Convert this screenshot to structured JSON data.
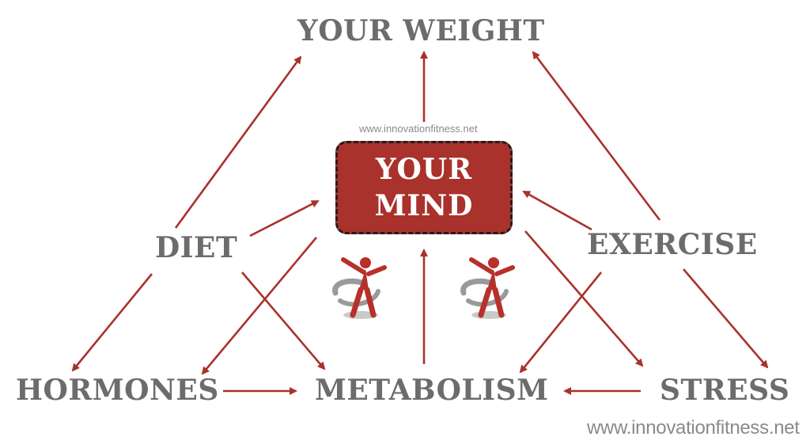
{
  "diagram": {
    "nodes": {
      "your_weight": "YOUR WEIGHT",
      "your_mind_line1": "YOUR",
      "your_mind_line2": "MIND",
      "diet": "DIET",
      "exercise": "EXERCISE",
      "hormones": "HORMONES",
      "metabolism": "METABOLISM",
      "stress": "STRESS"
    },
    "edges": [
      {
        "from": "diet",
        "to": "your_weight"
      },
      {
        "from": "diet",
        "to": "your_mind"
      },
      {
        "from": "diet",
        "to": "hormones"
      },
      {
        "from": "diet",
        "to": "metabolism"
      },
      {
        "from": "your_mind",
        "to": "your_weight"
      },
      {
        "from": "your_mind",
        "to": "hormones"
      },
      {
        "from": "your_mind",
        "to": "stress"
      },
      {
        "from": "exercise",
        "to": "your_weight"
      },
      {
        "from": "exercise",
        "to": "your_mind"
      },
      {
        "from": "exercise",
        "to": "metabolism"
      },
      {
        "from": "exercise",
        "to": "stress"
      },
      {
        "from": "metabolism",
        "to": "your_mind"
      },
      {
        "from": "hormones",
        "to": "metabolism"
      },
      {
        "from": "stress",
        "to": "metabolism"
      }
    ],
    "credit_small": "www.innovationfitness.net",
    "credit_bottom": "www.innovationfitness.net",
    "colors": {
      "arrow": "#a9322c",
      "label": "#6d6c6c",
      "mind_box": "#a9322c",
      "logo_red": "#b8302a",
      "logo_grey": "#9a9a9a"
    },
    "icons": [
      "innovation-fitness-logo",
      "innovation-fitness-logo"
    ]
  }
}
